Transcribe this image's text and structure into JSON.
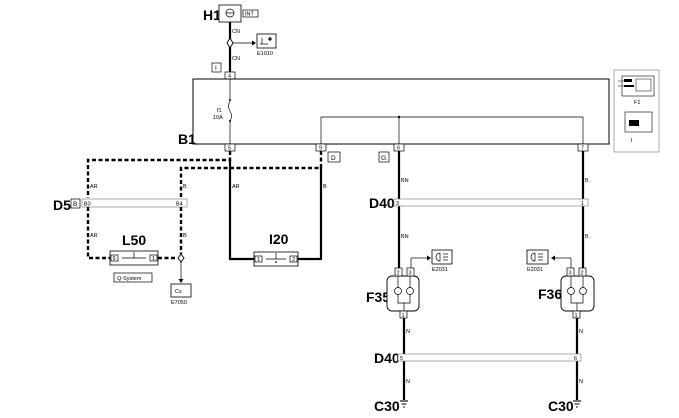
{
  "components": {
    "h1": "H1",
    "h1_tag": "INT",
    "b1": "B1",
    "b1_tag": "I",
    "fuse": "f1",
    "fuse_rating": "10A",
    "d5": "D5",
    "d5_tag": "B",
    "l50": "L50",
    "l50_caption": "Q-System",
    "i20": "I20",
    "d40_top": "D40",
    "d40_bottom": "D40",
    "f35": "F35",
    "f36": "F36",
    "c30_left": "C30",
    "c30_right": "C30",
    "b1_d_tag": "D",
    "b1_g_tag": "G",
    "panel_f1": "F1",
    "panel_i": "I"
  },
  "grounds": {
    "e1010": "E1010",
    "e7050": "E7050",
    "e2031_left": "E2031",
    "e2031_right": "E2031"
  },
  "wire_colors": {
    "cn1": "CN",
    "cn2": "CN",
    "ar_d5_top": "AR",
    "b_d5_top": "B",
    "ar_mid": "AR",
    "b_right": "B",
    "ar_d5_bottom": "AR",
    "b_d5_bottom": "B",
    "bn_left_top": "BN",
    "bn_left_bottom": "BN",
    "b_right_top": "B",
    "b_right_bottom": "B",
    "n_left_1": "N",
    "n_left_2": "N",
    "n_right_1": "N",
    "n_right_2": "N"
  },
  "pins": {
    "b1_4": "4",
    "b1_5": "5",
    "b1_9": "9",
    "b1_6": "6",
    "b1_7": "7",
    "d5_b3": "B3",
    "d5_b4": "B4",
    "l50_9": "9",
    "l50_1": "1",
    "i20_1": "1",
    "i20_2": "2",
    "d40_3": "3",
    "d40_1": "1",
    "f35_2": "2",
    "f35_3": "3",
    "f35_1": "1",
    "f36_3": "3",
    "f36_2": "2",
    "f36_1": "1",
    "d40b_5": "5",
    "d40b_6": "6"
  }
}
